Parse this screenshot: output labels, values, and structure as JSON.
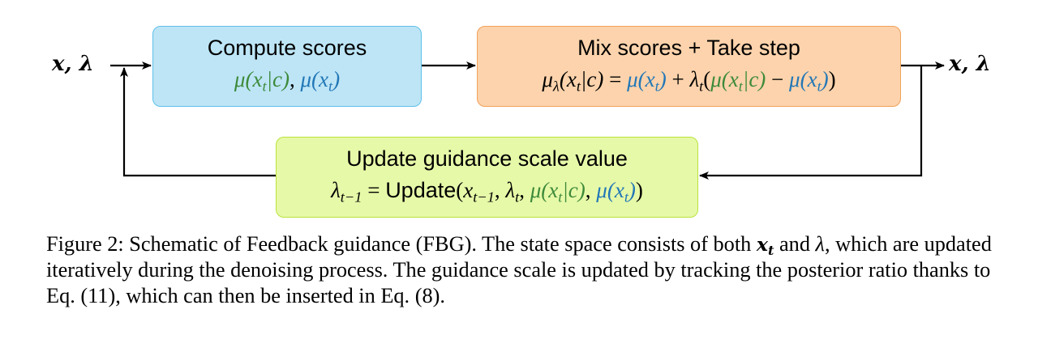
{
  "diagram": {
    "input_label": "x, λ",
    "output_label": "x, λ",
    "compute_box": {
      "title": "Compute scores",
      "eq_cond": "μ(xt|c)",
      "eq_uncond": "μ(xt)"
    },
    "mix_box": {
      "title": "Mix scores + Take step",
      "equation": "μλ(xt|c) = μ(xt) + λt(μ(xt|c) − μ(xt))"
    },
    "update_box": {
      "title": "Update guidance scale value",
      "equation": "λt−1 = Update(xt−1, λt, μ(xt|c), μ(xt))",
      "update_word": "Update"
    },
    "colors": {
      "compute_fill": "#bde5f6",
      "mix_fill": "#fcd3ac",
      "update_fill": "#e6f9a8",
      "conditional_score": "#3d8a3a",
      "unconditional_score": "#2277b7"
    }
  },
  "caption": {
    "text": "Figure 2: Schematic of Feedback guidance (FBG). The state space consists of both xt and λ, which are updated iteratively during the denoising process. The guidance scale is updated by tracking the posterior ratio thanks to Eq. (11), which can then be inserted in Eq. (8).",
    "part1": "Figure 2: Schematic of Feedback guidance (FBG). The state space consists of both ",
    "var_x": "x",
    "var_x_sub": "t",
    "part2": " and ",
    "var_lambda": "λ",
    "part3": ", which are updated iteratively during the denoising process. The guidance scale is updated by tracking the posterior ratio thanks to Eq. (11), which can then be inserted in Eq. (8)."
  }
}
